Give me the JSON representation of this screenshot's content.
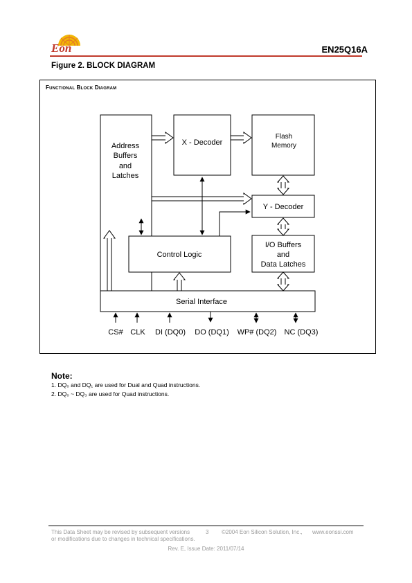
{
  "header": {
    "logo_text": "Eon",
    "doc_title": "EN25Q16A",
    "brand_color": "#c0392b"
  },
  "figure": {
    "title": "Figure 2.  BLOCK DIAGRAM",
    "subtitle": "Functional Block Diagram",
    "blocks": {
      "address": [
        "Address",
        "Buffers",
        "and",
        "Latches"
      ],
      "x_decoder": "X - Decoder",
      "flash": [
        "Flash",
        "Memory"
      ],
      "y_decoder": "Y - Decoder",
      "control": "Control Logic",
      "io": [
        "I/O Buffers",
        "and",
        "Data Latches"
      ],
      "serial": "Serial Interface"
    },
    "pins": [
      "CS#",
      "CLK",
      "DI (DQ0)",
      "DO (DQ1)",
      "WP# (DQ2)",
      "NC (DQ3)"
    ]
  },
  "notes": {
    "title": "Note:",
    "items": [
      "1. DQ₀ and DQ₁ are used for Dual and Quad instructions.",
      "2. DQ₀ ~ DQ₃ are used for Quad instructions."
    ]
  },
  "footer": {
    "left_line1": "This Data Sheet may be revised by subsequent versions",
    "left_line2": "or modifications due to changes in technical specifications.",
    "page": "3",
    "copyright": "©2004 Eon Silicon Solution, Inc.,",
    "website": "www.eonssi.com",
    "revision": "Rev. E, Issue Date: 2011/07/14"
  }
}
